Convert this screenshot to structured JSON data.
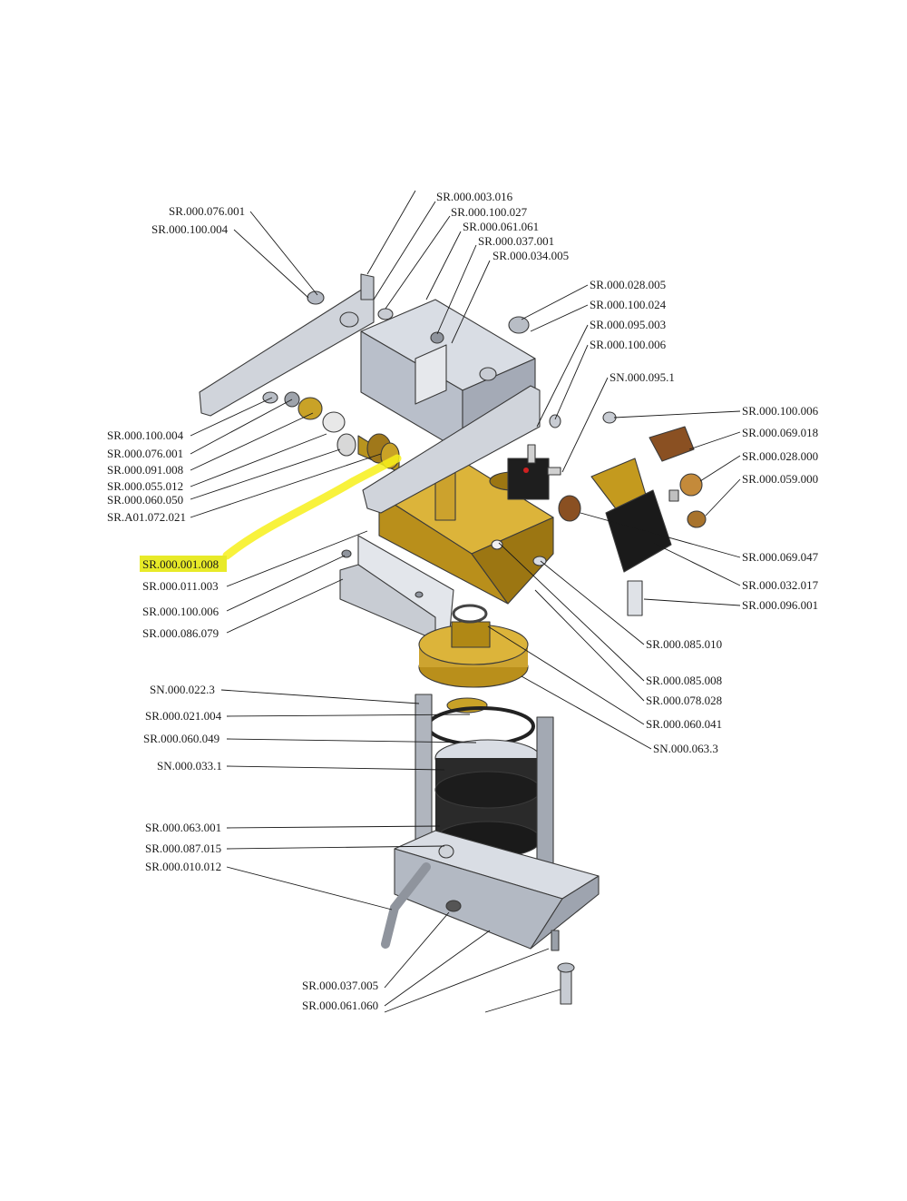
{
  "diagram": {
    "type": "exploded-parts-diagram",
    "highlighted_part": "SR.000.001.008",
    "highlight_color": "#f7f01a",
    "part_labels": [
      "SR.000.003.016",
      "SR.000.076.001",
      "SR.000.100.027",
      "SR.000.100.004",
      "SR.000.061.061",
      "SR.000.037.001",
      "SR.000.034.005",
      "SR.000.028.005",
      "SR.000.100.024",
      "SR.000.095.003",
      "SR.000.100.006",
      "SN.000.095.1",
      "SR.000.100.006",
      "SR.000.069.018",
      "SR.000.028.000",
      "SR.000.059.000",
      "SR.000.100.004",
      "SR.000.076.001",
      "SR.000.091.008",
      "SR.000.055.012",
      "SR.000.060.050",
      "SR.A01.072.021",
      "SR.000.001.008",
      "SR.000.011.003",
      "SR.000.100.006",
      "SR.000.086.079",
      "SR.000.069.047",
      "SR.000.032.017",
      "SR.000.096.001",
      "SR.000.085.010",
      "SR.000.085.008",
      "SR.000.078.028",
      "SR.000.060.041",
      "SN.000.063.3",
      "SN.000.022.3",
      "SR.000.021.004",
      "SR.000.060.049",
      "SN.000.033.1",
      "SR.000.063.001",
      "SR.000.087.015",
      "SR.000.010.012",
      "SR.000.037.005",
      "SR.000.061.060"
    ],
    "colors": {
      "brass": "#c9a227",
      "aluminium": "#c4c9d3",
      "black_part": "#1c1c1c",
      "copper": "#8a5022",
      "highlight": "#f7f01a"
    }
  }
}
